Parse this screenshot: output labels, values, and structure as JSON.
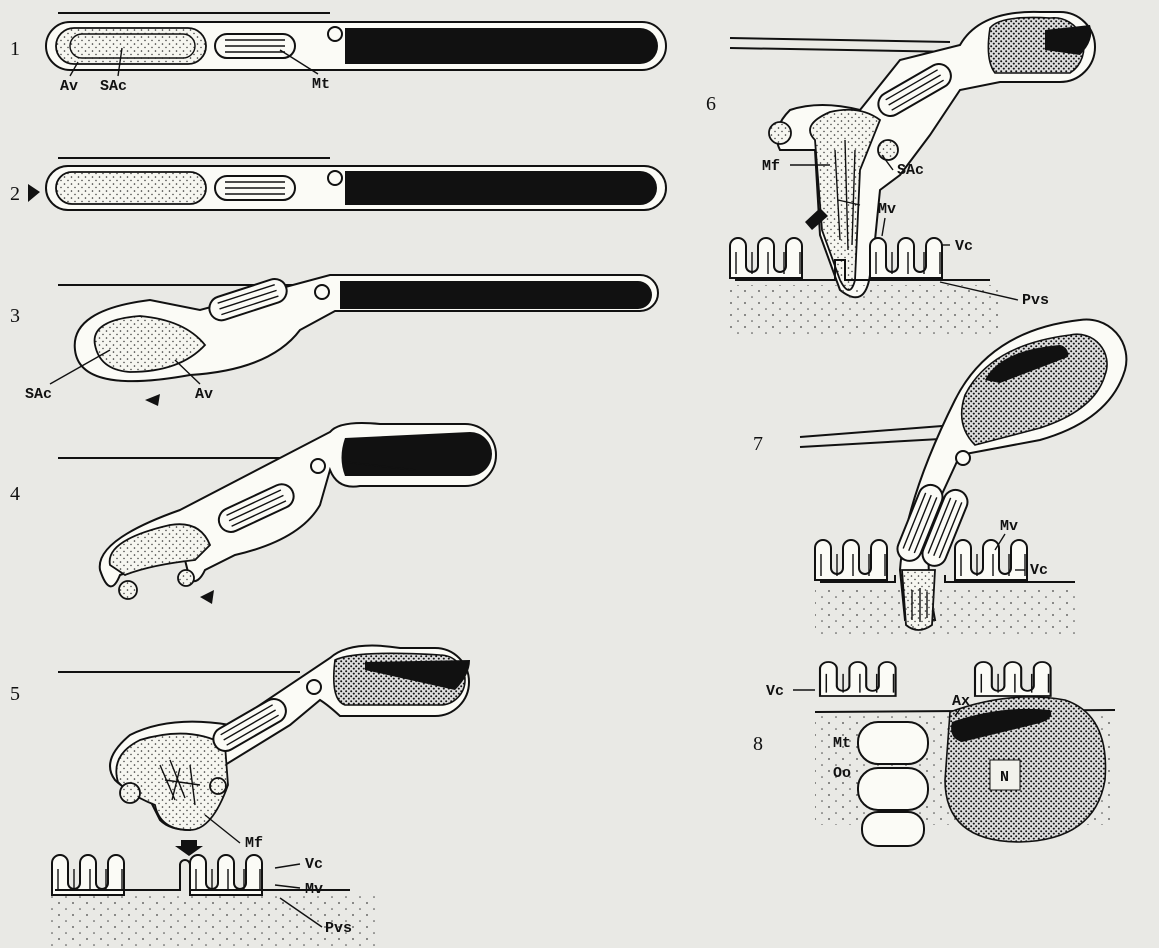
{
  "figure": {
    "stages": [
      {
        "number": "1",
        "labels": [
          "Av",
          "SAc",
          "Mt"
        ]
      },
      {
        "number": "2",
        "labels": []
      },
      {
        "number": "3",
        "labels": [
          "SAc",
          "Av"
        ]
      },
      {
        "number": "4",
        "labels": []
      },
      {
        "number": "5",
        "labels": [
          "Mf",
          "Vc",
          "Mv",
          "Pvs"
        ]
      },
      {
        "number": "6",
        "labels": [
          "Mf",
          "SAc",
          "Mv",
          "Vc",
          "Pvs"
        ]
      },
      {
        "number": "7",
        "labels": [
          "Mv",
          "Vc"
        ]
      },
      {
        "number": "8",
        "labels": [
          "Vc",
          "Ax",
          "Mt",
          "Oo",
          "N"
        ]
      }
    ]
  },
  "colors": {
    "background": "#e9e9e5",
    "ink": "#111111",
    "membrane": "#fbfbf6"
  }
}
